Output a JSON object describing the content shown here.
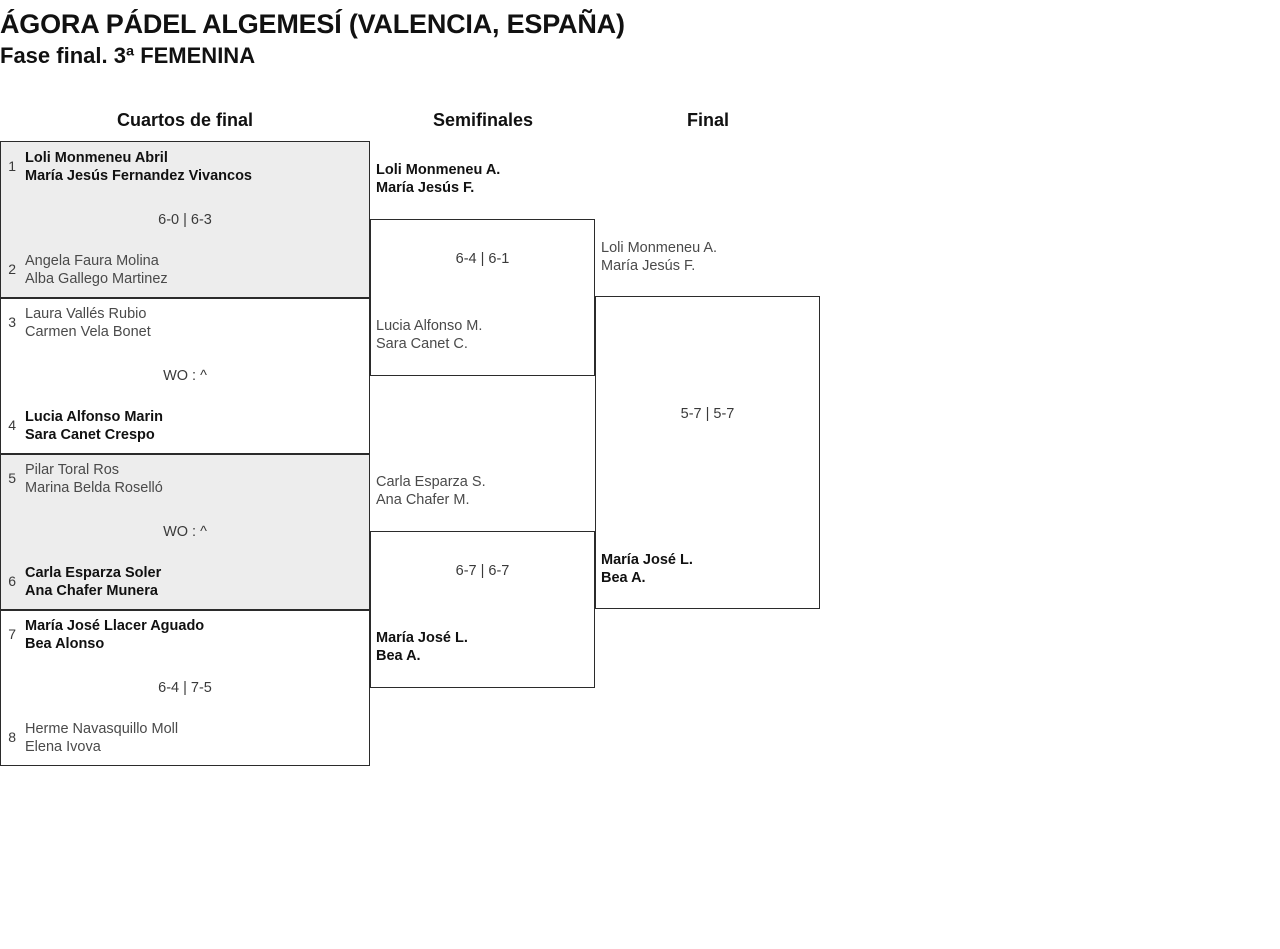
{
  "header": {
    "tournament_title": "ÁGORA PÁDEL ALGEMESÍ (VALENCIA, ESPAÑA)",
    "phase_title": "Fase final. 3ª FEMENINA"
  },
  "rounds": [
    {
      "label": "Cuartos de final"
    },
    {
      "label": "Semifinales"
    },
    {
      "label": "Final"
    }
  ],
  "colors": {
    "shaded_row": "#ededed",
    "border": "#2b2b2b",
    "winner_text": "#111111",
    "loser_text": "#4a4a4a"
  },
  "quarterfinals": [
    {
      "score": "6-0 | 6-3",
      "top": {
        "seed": "1",
        "player1": "Loli Monmeneu Abril",
        "player2": "María Jesús Fernandez Vivancos",
        "winner": true
      },
      "bottom": {
        "seed": "2",
        "player1": "Angela Faura Molina",
        "player2": "Alba Gallego Martinez",
        "winner": false
      }
    },
    {
      "score": "WO : ^",
      "top": {
        "seed": "3",
        "player1": "Laura Vallés Rubio",
        "player2": "Carmen Vela Bonet",
        "winner": false
      },
      "bottom": {
        "seed": "4",
        "player1": "Lucia Alfonso Marin",
        "player2": "Sara Canet Crespo",
        "winner": true
      }
    },
    {
      "score": "WO : ^",
      "top": {
        "seed": "5",
        "player1": "Pilar Toral Ros",
        "player2": "Marina Belda Roselló",
        "winner": false
      },
      "bottom": {
        "seed": "6",
        "player1": "Carla Esparza Soler",
        "player2": "Ana Chafer Munera",
        "winner": true
      }
    },
    {
      "score": "6-4 | 7-5",
      "top": {
        "seed": "7",
        "player1": "María José Llacer Aguado",
        "player2": "Bea Alonso",
        "winner": true
      },
      "bottom": {
        "seed": "8",
        "player1": "Herme Navasquillo Moll",
        "player2": "Elena Ivova",
        "winner": false
      }
    }
  ],
  "semifinals": [
    {
      "score": "6-4 | 6-1",
      "top": {
        "player1": "Loli Monmeneu A.",
        "player2": "María Jesús F.",
        "winner": true
      },
      "bottom": {
        "player1": "Lucia Alfonso M.",
        "player2": "Sara Canet C.",
        "winner": false
      }
    },
    {
      "score": "6-7 | 6-7",
      "top": {
        "player1": "Carla Esparza S.",
        "player2": "Ana Chafer M.",
        "winner": false
      },
      "bottom": {
        "player1": "María José L.",
        "player2": "Bea A.",
        "winner": true
      }
    }
  ],
  "final": {
    "score": "5-7 | 5-7",
    "top": {
      "player1": "Loli Monmeneu A.",
      "player2": "María Jesús F.",
      "winner": false
    },
    "bottom": {
      "player1": "María José L.",
      "player2": "Bea A.",
      "winner": true
    }
  }
}
